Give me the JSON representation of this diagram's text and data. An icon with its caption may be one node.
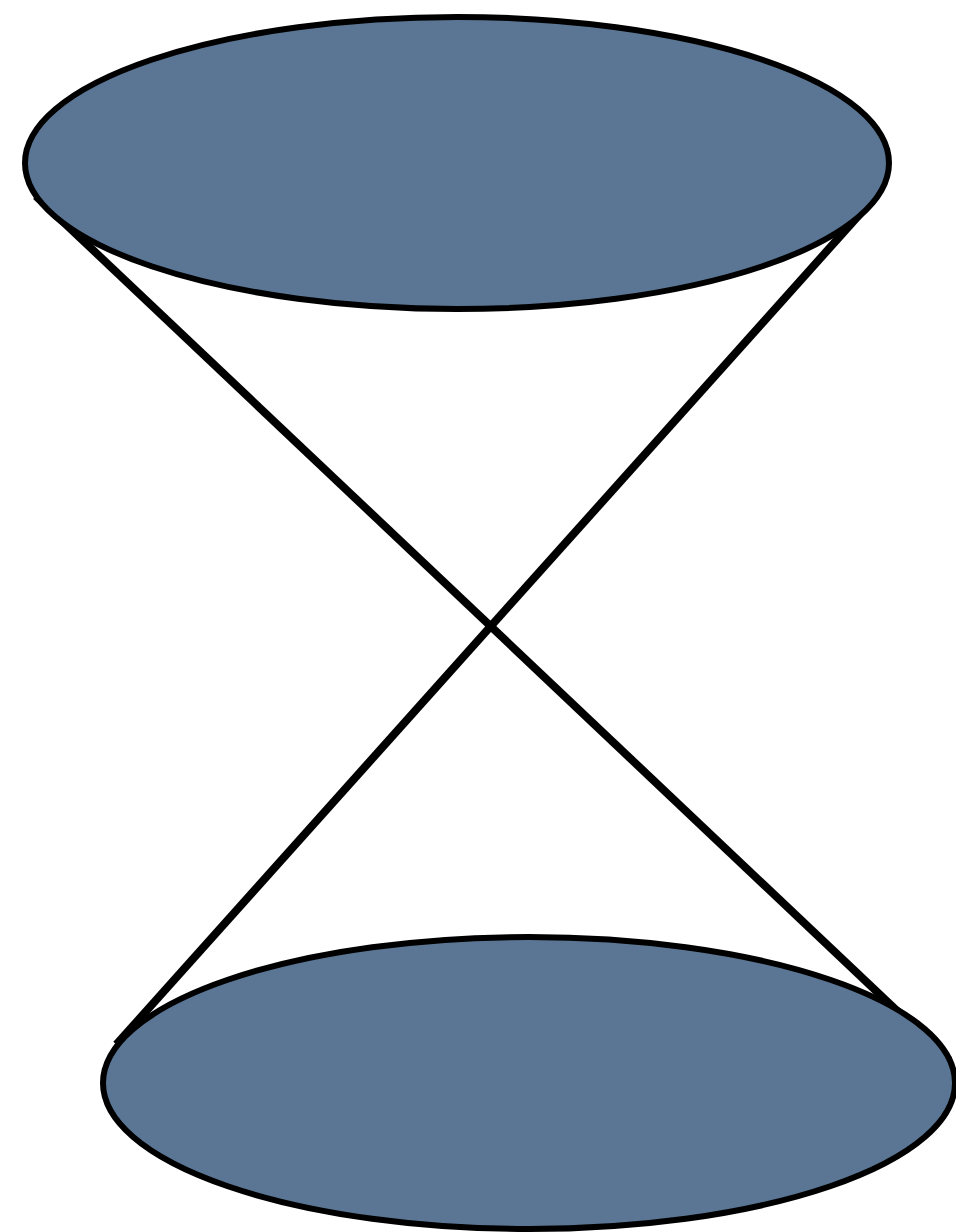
{
  "diagram": {
    "nodes": [
      {
        "text": [],
        "shape": "ellipse"
      },
      {
        "text": [],
        "shape": "ellipse"
      }
    ],
    "edges": [
      {
        "from": 0,
        "to": 1,
        "arrow": "none"
      },
      {
        "from": 0,
        "to": 1,
        "arrow": "none"
      }
    ]
  }
}
